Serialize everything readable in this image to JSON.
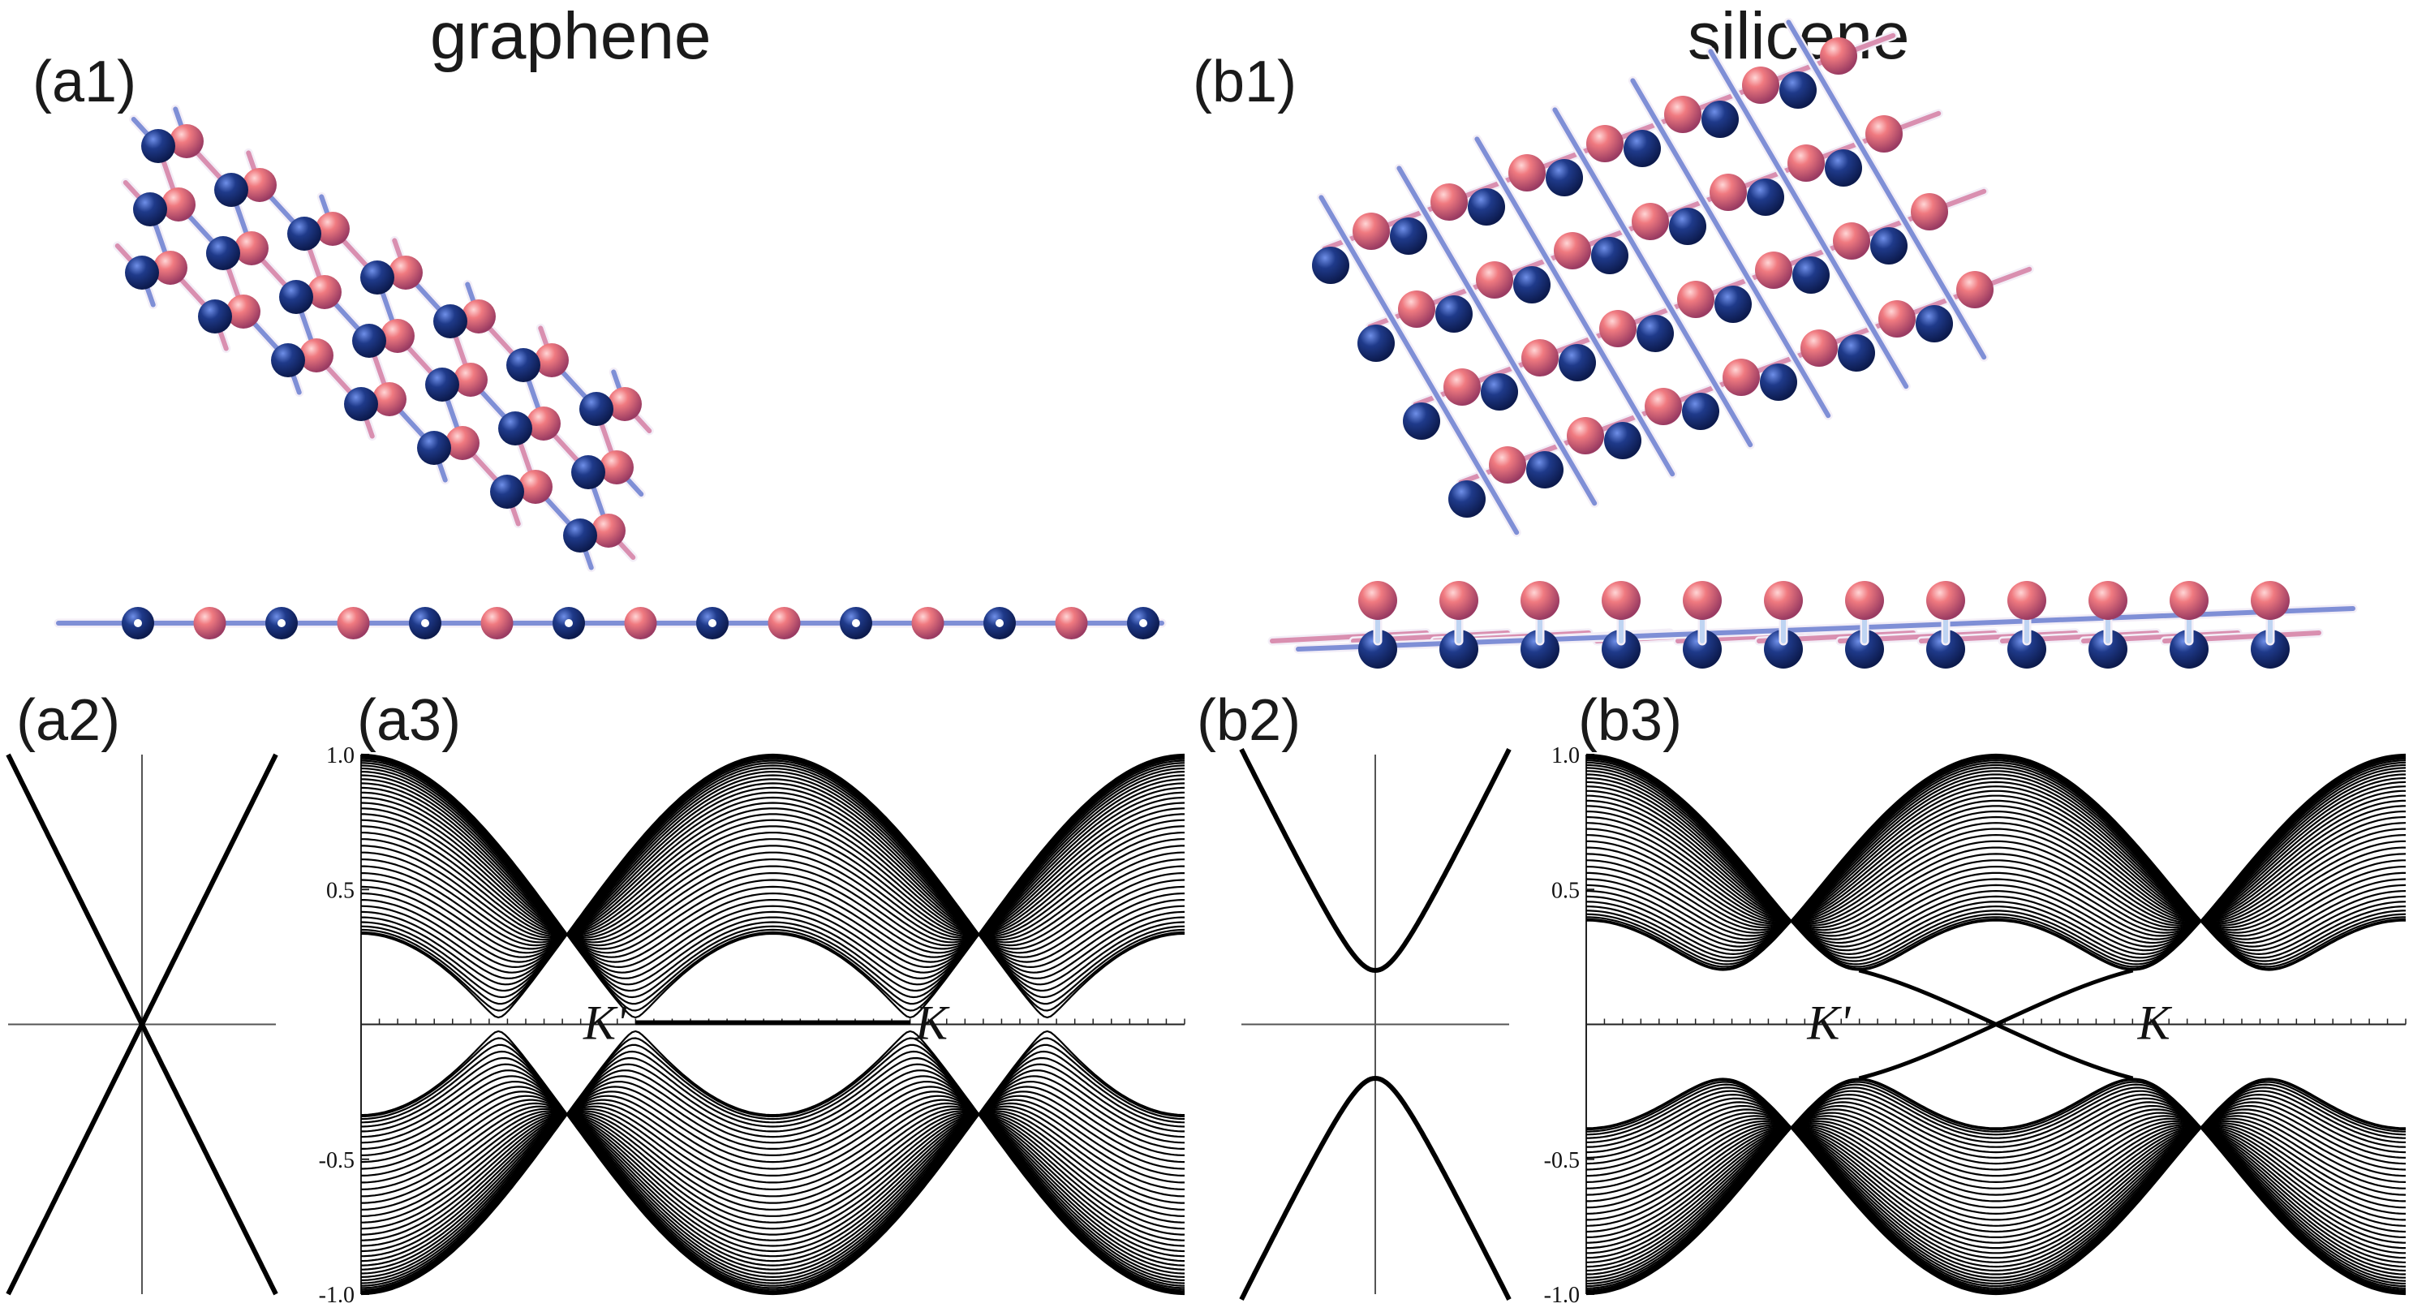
{
  "figure": {
    "panels": {
      "a1": {
        "label": "(a1)",
        "title": "graphene"
      },
      "b1": {
        "label": "(b1)",
        "title": "silicene"
      },
      "a2": {
        "label": "(a2)"
      },
      "a3": {
        "label": "(a3)"
      },
      "b2": {
        "label": "(b2)"
      },
      "b3": {
        "label": "(b3)"
      }
    },
    "colors": {
      "atom_a": "#e06470",
      "atom_b": "#1f3a8a",
      "bond_a": "#d98fb0",
      "bond_b": "#7f8fd6",
      "line": "#000000"
    },
    "structures": {
      "graphene": {
        "buckled": false
      },
      "silicene": {
        "buckled": true
      }
    }
  },
  "chart_data": [
    {
      "id": "a2",
      "type": "line",
      "description_free": true,
      "series": [
        {
          "x": [
            -1,
            1
          ],
          "y": [
            -1,
            1
          ]
        },
        {
          "x": [
            -1,
            1
          ],
          "y": [
            1,
            -1
          ]
        }
      ],
      "xlim": [
        -1,
        1
      ],
      "ylim": [
        -1,
        1
      ],
      "ticks": false
    },
    {
      "id": "a3",
      "type": "line",
      "ylim": [
        -1.0,
        1.0
      ],
      "yticks": [
        "1.0",
        "0.5",
        "",
        "-0.5",
        "-1.0"
      ],
      "ytick_values": [
        1.0,
        0.5,
        0,
        -0.5,
        -1.0
      ],
      "k_points": [
        {
          "label": "K'",
          "x": 0.333
        },
        {
          "label": "K",
          "x": 0.667
        }
      ],
      "bands": 40,
      "gap": 0.0,
      "edge_state": "flat"
    },
    {
      "id": "b2",
      "type": "line",
      "xlim": [
        -1,
        1
      ],
      "ylim": [
        -1,
        1
      ],
      "gap": 0.2,
      "ticks": false
    },
    {
      "id": "b3",
      "type": "line",
      "ylim": [
        -1.0,
        1.0
      ],
      "yticks": [
        "1.0",
        "0.5",
        "",
        "-0.5",
        "-1.0"
      ],
      "ytick_values": [
        1.0,
        0.5,
        0,
        -0.5,
        -1.0
      ],
      "k_points": [
        {
          "label": "K'",
          "x": 0.333
        },
        {
          "label": "K",
          "x": 0.667
        }
      ],
      "bands": 40,
      "gap": 0.2,
      "edge_state": "crossing"
    }
  ]
}
